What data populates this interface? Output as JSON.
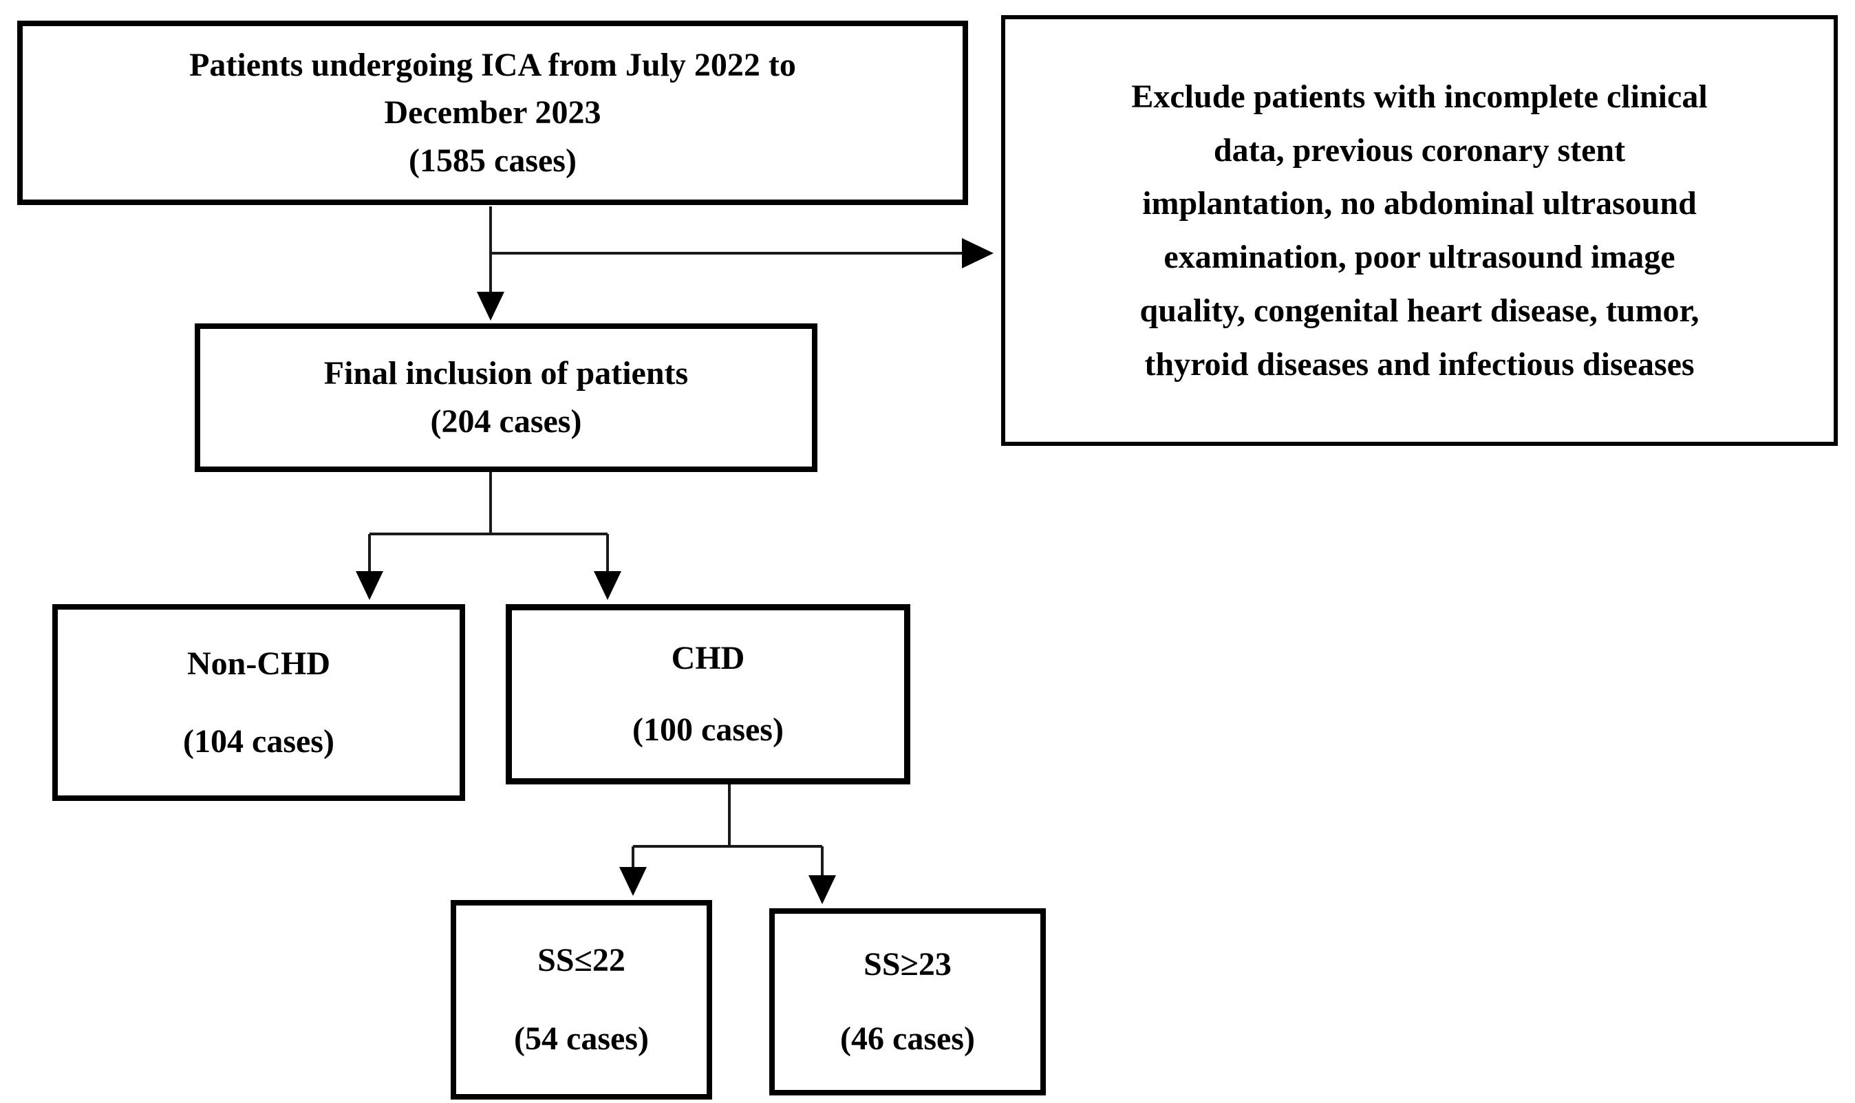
{
  "figure": {
    "background": "#ffffff",
    "line_color": "#000000",
    "text_color": "#000000",
    "boxes": {
      "ica": {
        "title": "Patients undergoing ICA from July 2022 to\nDecember 2023",
        "cases": "(1585 cases)"
      },
      "exclude": {
        "text": "Exclude patients with incomplete clinical\ndata, previous coronary stent\nimplantation, no abdominal ultrasound\nexamination, poor ultrasound image\nquality, congenital heart disease, tumor,\nthyroid diseases and infectious diseases"
      },
      "final": {
        "title": "Final inclusion of patients",
        "cases": "(204 cases)"
      },
      "non_chd": {
        "title": "Non-CHD",
        "cases": "(104 cases)"
      },
      "chd": {
        "title": "CHD",
        "cases": "(100 cases)"
      },
      "ss_le_22": {
        "title": "SS≤22",
        "cases": "(54 cases)"
      },
      "ss_ge_23": {
        "title": "SS≥23",
        "cases": "(46 cases)"
      }
    }
  }
}
